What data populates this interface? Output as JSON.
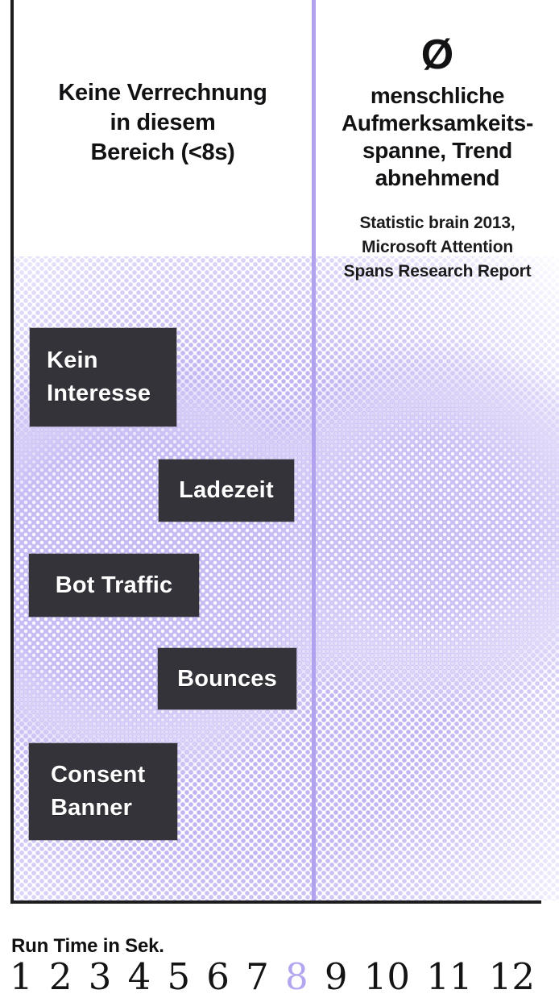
{
  "colors": {
    "accent_purple_line": "#b2a1ef",
    "halftone_purple": "#c6baf3",
    "box_background": "#343339",
    "box_text": "#ffffff",
    "ink": "#121214",
    "highlighted_tick_color": "#b3a5ef"
  },
  "chart": {
    "left_zone": {
      "title_lines": [
        "Keine Verrechnung",
        "in diesem",
        "Bereich (<8s)"
      ]
    },
    "right_zone": {
      "symbol": "Ø",
      "title_lines": [
        "menschliche",
        "Aufmerksamkeits-",
        "spanne, Trend",
        "abnehmend"
      ],
      "source_lines": [
        "Statistic brain 2013,",
        "Microsoft Attention",
        "Spans Research Report"
      ]
    },
    "boxes": [
      {
        "label": "Kein Interesse",
        "lines": [
          "Kein",
          "Interesse"
        ]
      },
      {
        "label": "Ladezeit",
        "lines": [
          "Ladezeit"
        ]
      },
      {
        "label": "Bot Traffic",
        "lines": [
          "Bot Traffic"
        ]
      },
      {
        "label": "Bounces",
        "lines": [
          "Bounces"
        ]
      },
      {
        "label": "Consent Banner",
        "lines": [
          "Consent",
          "Banner"
        ]
      }
    ]
  },
  "axis": {
    "title": "Run Time in Sek.",
    "ticks": [
      "1",
      "2",
      "3",
      "4",
      "5",
      "6",
      "7",
      "8",
      "9",
      "10",
      "11",
      "12"
    ],
    "highlighted_tick": "8"
  },
  "chart_data": {
    "type": "area",
    "subtype": "halftone-density-infographic",
    "title": "",
    "xlabel": "Run Time in Sek.",
    "x_ticks": [
      1,
      2,
      3,
      4,
      5,
      6,
      7,
      8,
      9,
      10,
      11,
      12
    ],
    "xlim": [
      1,
      12
    ],
    "threshold_line_x": 8,
    "highlighted_x": 8,
    "grid": false,
    "legend": false,
    "zones": [
      {
        "x_range": [
          1,
          8
        ],
        "label": "Keine Verrechnung in diesem Bereich (<8s)"
      },
      {
        "x_range": [
          8,
          12
        ],
        "label": "Ø menschliche Aufmerksamkeitsspanne, Trend abnehmend",
        "source": "Statistic brain 2013, Microsoft Attention Spans Research Report"
      }
    ],
    "annotations": [
      {
        "label": "Kein Interesse",
        "x_range": [
          1.4,
          4.8
        ]
      },
      {
        "label": "Ladezeit",
        "x_range": [
          4.4,
          7.5
        ]
      },
      {
        "label": "Bot Traffic",
        "x_range": [
          1.4,
          5.3
        ]
      },
      {
        "label": "Bounces",
        "x_range": [
          4.4,
          7.6
        ]
      },
      {
        "label": "Consent Banner",
        "x_range": [
          1.4,
          4.8
        ]
      }
    ]
  }
}
